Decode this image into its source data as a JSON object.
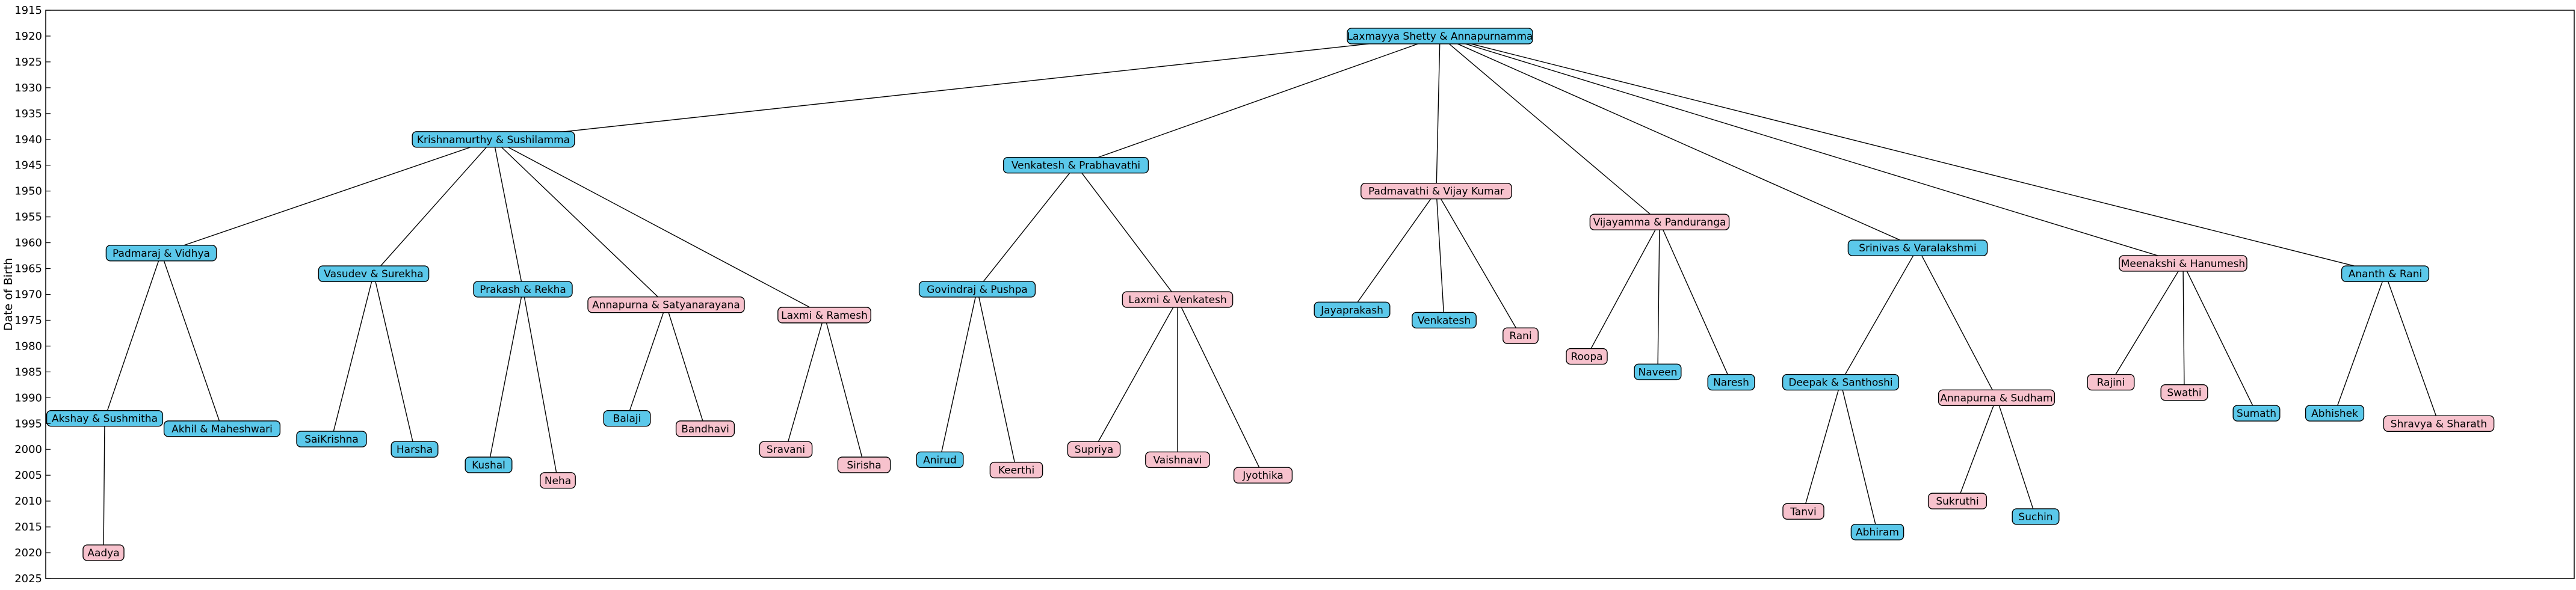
{
  "chart_data": {
    "type": "tree",
    "ylabel": "Date of Birth",
    "ylim": [
      1915,
      2025
    ],
    "yticks": [
      1915,
      1920,
      1925,
      1930,
      1935,
      1940,
      1945,
      1950,
      1955,
      1960,
      1965,
      1970,
      1975,
      1980,
      1985,
      1990,
      1995,
      2000,
      2005,
      2010,
      2015,
      2020,
      2025
    ],
    "colors": {
      "male": "#5bc8ea",
      "female": "#f7c2cd"
    },
    "nodes": [
      {
        "id": "root",
        "label": "Laxmayya Shetty & Annapurnamma",
        "year": 1920,
        "color": "male"
      },
      {
        "id": "krish",
        "label": "Krishnamurthy & Sushilamma",
        "year": 1940,
        "color": "male",
        "parent": "root"
      },
      {
        "id": "venk",
        "label": "Venkatesh & Prabhavathi",
        "year": 1945,
        "color": "male",
        "parent": "root"
      },
      {
        "id": "padv",
        "label": "Padmavathi & Vijay Kumar",
        "year": 1950,
        "color": "female",
        "parent": "root"
      },
      {
        "id": "vijp",
        "label": "Vijayamma & Panduranga",
        "year": 1956,
        "color": "female",
        "parent": "root"
      },
      {
        "id": "sriv",
        "label": "Srinivas & Varalakshmi",
        "year": 1961,
        "color": "male",
        "parent": "root"
      },
      {
        "id": "meeh",
        "label": "Meenakshi & Hanumesh",
        "year": 1964,
        "color": "female",
        "parent": "root"
      },
      {
        "id": "anr",
        "label": "Ananth & Rani",
        "year": 1966,
        "color": "male",
        "parent": "root"
      },
      {
        "id": "padm",
        "label": "Padmaraj & Vidhya",
        "year": 1962,
        "color": "male",
        "parent": "krish"
      },
      {
        "id": "vasu",
        "label": "Vasudev & Surekha",
        "year": 1966,
        "color": "male",
        "parent": "krish"
      },
      {
        "id": "prak",
        "label": "Prakash & Rekha",
        "year": 1969,
        "color": "male",
        "parent": "krish"
      },
      {
        "id": "anns",
        "label": "Annapurna & Satyanarayana",
        "year": 1972,
        "color": "female",
        "parent": "krish"
      },
      {
        "id": "laxr",
        "label": "Laxmi & Ramesh",
        "year": 1974,
        "color": "female",
        "parent": "krish"
      },
      {
        "id": "akshay",
        "label": "Akshay & Sushmitha",
        "year": 1994,
        "color": "male",
        "parent": "padm"
      },
      {
        "id": "akhil",
        "label": "Akhil & Maheshwari",
        "year": 1996,
        "color": "male",
        "parent": "padm"
      },
      {
        "id": "aadya",
        "label": "Aadya",
        "year": 2020,
        "color": "female",
        "parent": "akshay"
      },
      {
        "id": "saik",
        "label": "SaiKrishna",
        "year": 1998,
        "color": "male",
        "parent": "vasu"
      },
      {
        "id": "harsha",
        "label": "Harsha",
        "year": 2000,
        "color": "male",
        "parent": "vasu"
      },
      {
        "id": "kushal",
        "label": "Kushal",
        "year": 2003,
        "color": "male",
        "parent": "prak"
      },
      {
        "id": "neha",
        "label": "Neha",
        "year": 2006,
        "color": "female",
        "parent": "prak"
      },
      {
        "id": "balaji",
        "label": "Balaji",
        "year": 1994,
        "color": "male",
        "parent": "anns"
      },
      {
        "id": "bandh",
        "label": "Bandhavi",
        "year": 1996,
        "color": "female",
        "parent": "anns"
      },
      {
        "id": "sravani",
        "label": "Sravani",
        "year": 2000,
        "color": "female",
        "parent": "laxr"
      },
      {
        "id": "sirisha",
        "label": "Sirisha",
        "year": 2003,
        "color": "female",
        "parent": "laxr"
      },
      {
        "id": "govp",
        "label": "Govindraj & Pushpa",
        "year": 1969,
        "color": "male",
        "parent": "venk"
      },
      {
        "id": "laxv",
        "label": "Laxmi & Venkatesh",
        "year": 1971,
        "color": "female",
        "parent": "venk"
      },
      {
        "id": "anirud",
        "label": "Anirud",
        "year": 2002,
        "color": "male",
        "parent": "govp"
      },
      {
        "id": "keerthi",
        "label": "Keerthi",
        "year": 2004,
        "color": "female",
        "parent": "govp"
      },
      {
        "id": "supriya",
        "label": "Supriya",
        "year": 2000,
        "color": "female",
        "parent": "laxv"
      },
      {
        "id": "vaishnavi",
        "label": "Vaishnavi",
        "year": 2002,
        "color": "female",
        "parent": "laxv"
      },
      {
        "id": "jyothika",
        "label": "Jyothika",
        "year": 2005,
        "color": "female",
        "parent": "laxv"
      },
      {
        "id": "jayap",
        "label": "Jayaprakash",
        "year": 1973,
        "color": "male",
        "parent": "padv"
      },
      {
        "id": "venkatesh2",
        "label": "Venkatesh",
        "year": 1975,
        "color": "male",
        "parent": "padv"
      },
      {
        "id": "rani",
        "label": "Rani",
        "year": 1978,
        "color": "female",
        "parent": "padv"
      },
      {
        "id": "roopa",
        "label": "Roopa",
        "year": 1982,
        "color": "female",
        "parent": "vijp"
      },
      {
        "id": "naveen",
        "label": "Naveen",
        "year": 1985,
        "color": "male",
        "parent": "vijp"
      },
      {
        "id": "naresh",
        "label": "Naresh",
        "year": 1987,
        "color": "male",
        "parent": "vijp"
      },
      {
        "id": "deepak",
        "label": "Deepak & Santhoshi",
        "year": 1987,
        "color": "male",
        "parent": "sriv"
      },
      {
        "id": "annsu",
        "label": "Annapurna & Sudham",
        "year": 1990,
        "color": "female",
        "parent": "sriv"
      },
      {
        "id": "tanvi",
        "label": "Tanvi",
        "year": 2012,
        "color": "female",
        "parent": "deepak"
      },
      {
        "id": "abhiram",
        "label": "Abhiram",
        "year": 2016,
        "color": "male",
        "parent": "deepak"
      },
      {
        "id": "sukruthi",
        "label": "Sukruthi",
        "year": 2010,
        "color": "female",
        "parent": "annsu"
      },
      {
        "id": "suchin",
        "label": "Suchin",
        "year": 2013,
        "color": "male",
        "parent": "annsu"
      },
      {
        "id": "rajini",
        "label": "Rajini",
        "year": 1987,
        "color": "female",
        "parent": "meeh"
      },
      {
        "id": "swathi",
        "label": "Swathi",
        "year": 1989,
        "color": "female",
        "parent": "meeh"
      },
      {
        "id": "sumath",
        "label": "Sumath",
        "year": 1993,
        "color": "male",
        "parent": "meeh"
      },
      {
        "id": "abhishek",
        "label": "Abhishek",
        "year": 1993,
        "color": "male",
        "parent": "anr"
      },
      {
        "id": "shravya",
        "label": "Shravya & Sharath",
        "year": 1995,
        "color": "female",
        "parent": "anr"
      }
    ]
  }
}
